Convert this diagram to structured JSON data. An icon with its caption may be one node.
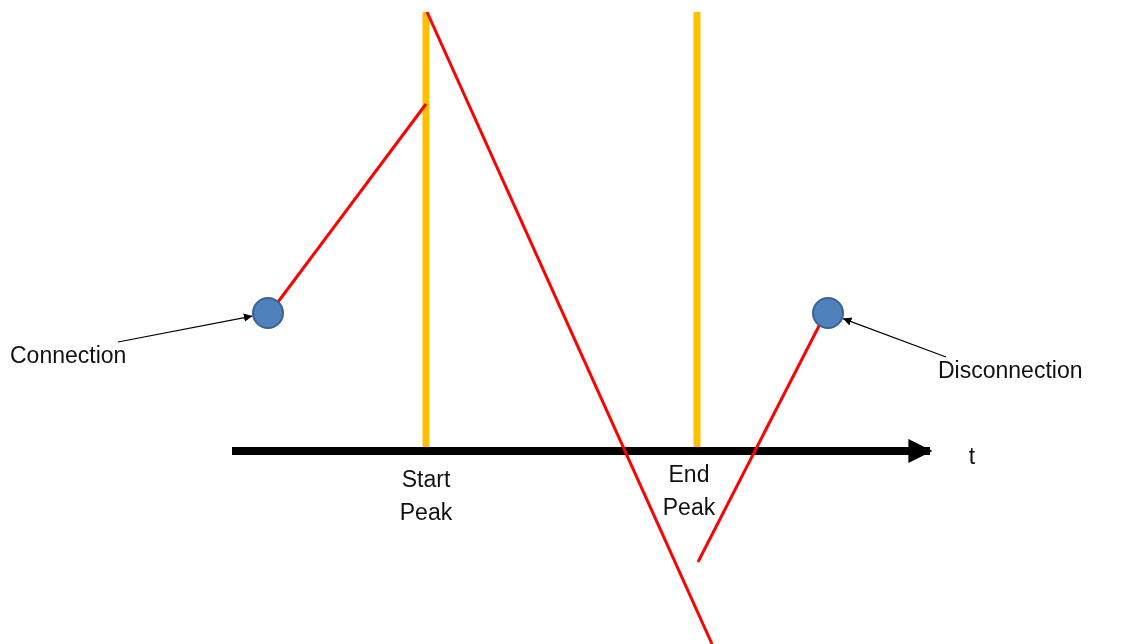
{
  "diagram": {
    "nodes": [
      {
        "text": [],
        "shape": "circle"
      },
      {
        "text": [],
        "shape": "circle"
      },
      {
        "text": [
          "Connection"
        ]
      },
      {
        "text": [
          "Disconnection"
        ]
      }
    ],
    "edges": [
      {
        "from": 2,
        "to": 0,
        "arrow": "to"
      },
      {
        "from": 3,
        "to": 1,
        "arrow": "to"
      }
    ],
    "labels": [
      "t",
      "Start Peak",
      "End Peak"
    ]
  }
}
